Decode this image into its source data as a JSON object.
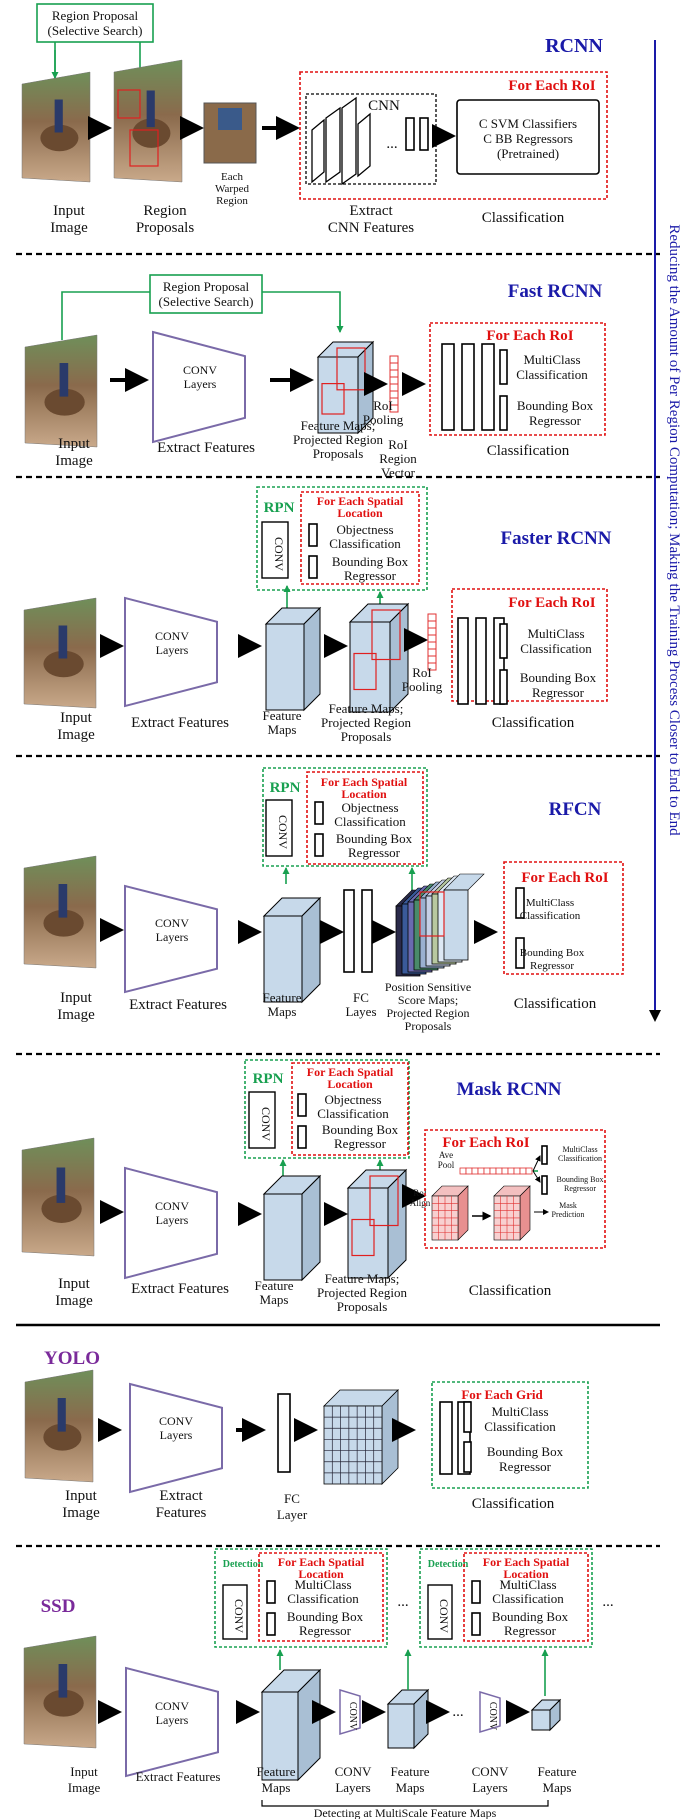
{
  "side_note": "Reducing the Amount of Per Region Computation; Making the Training Process Closer to End to End",
  "rcnn": {
    "title": "RCNN",
    "region_proposal": [
      "Region Proposal",
      "(Selective Search)"
    ],
    "input_label": [
      "Input",
      "Image"
    ],
    "proposals_label": [
      "Region",
      "Proposals"
    ],
    "warped_label": [
      "Each",
      "Warped",
      "Region"
    ],
    "cnn_label": "CNN",
    "for_each": "For Each RoI",
    "classifiers": [
      "C SVM Classifiers",
      "C BB Regressors",
      "(Pretrained)"
    ],
    "extract_label": [
      "Extract",
      "CNN Features"
    ],
    "classification": "Classification",
    "ellipsis": "..."
  },
  "fast_rcnn": {
    "title": "Fast RCNN",
    "region_proposal": [
      "Region Proposal",
      "(Selective Search)"
    ],
    "input_label": [
      "Input",
      "Image"
    ],
    "conv": [
      "CONV",
      "Layers"
    ],
    "extract": "Extract Features",
    "feature_maps": [
      "Feature Maps;",
      "Projected Region",
      "Proposals"
    ],
    "roi_pooling": [
      "RoI",
      "Pooling"
    ],
    "roi_vector": [
      "RoI",
      "Region",
      "Vector"
    ],
    "for_each": "For Each RoI",
    "multiclass": [
      "MultiClass",
      "Classification"
    ],
    "bbox": [
      "Bounding Box",
      "Regressor"
    ],
    "classification": "Classification"
  },
  "faster_rcnn": {
    "title": "Faster RCNN",
    "rpn": "RPN",
    "for_each_spatial": [
      "For Each Spatial",
      "Location"
    ],
    "objectness": [
      "Objectness",
      "Classification"
    ],
    "bbox_rpn": [
      "Bounding Box",
      "Regressor"
    ],
    "conv_small": "CONV",
    "input_label": [
      "Input",
      "Image"
    ],
    "conv": [
      "CONV",
      "Layers"
    ],
    "extract": "Extract Features",
    "feature_maps_small": [
      "Feature",
      "Maps"
    ],
    "feature_maps": [
      "Feature Maps;",
      "Projected Region",
      "Proposals"
    ],
    "roi_pooling": [
      "RoI",
      "Pooling"
    ],
    "for_each": "For Each RoI",
    "multiclass": [
      "MultiClass",
      "Classification"
    ],
    "bbox": [
      "Bounding Box",
      "Regressor"
    ],
    "classification": "Classification"
  },
  "rfcn": {
    "title": "RFCN",
    "rpn": "RPN",
    "for_each_spatial": [
      "For Each Spatial",
      "Location"
    ],
    "objectness": [
      "Objectness",
      "Classification"
    ],
    "bbox_rpn": [
      "Bounding Box",
      "Regressor"
    ],
    "conv_small": "CONV",
    "input_label": [
      "Input",
      "Image"
    ],
    "conv": [
      "CONV",
      "Layers"
    ],
    "extract": "Extract Features",
    "feature_maps_small": [
      "Feature",
      "Maps"
    ],
    "fc": [
      "FC",
      "Layes"
    ],
    "score_maps": [
      "Position Sensitive",
      "Score Maps;",
      "Projected Region",
      "Proposals"
    ],
    "for_each": "For Each RoI",
    "multiclass": [
      "MultiClass",
      "Classification"
    ],
    "bbox": [
      "Bounding Box",
      "Regressor"
    ],
    "classification": "Classification"
  },
  "mask_rcnn": {
    "title": "Mask RCNN",
    "rpn": "RPN",
    "for_each_spatial": [
      "For Each Spatial",
      "Location"
    ],
    "objectness": [
      "Objectness",
      "Classification"
    ],
    "bbox_rpn": [
      "Bounding Box",
      "Regressor"
    ],
    "conv_small": "CONV",
    "input_label": [
      "Input",
      "Image"
    ],
    "conv": [
      "CONV",
      "Layers"
    ],
    "extract": "Extract Features",
    "feature_maps_small": [
      "Feature",
      "Maps"
    ],
    "feature_maps": [
      "Feature Maps;",
      "Projected Region",
      "Proposals"
    ],
    "roi_align": [
      "RoI",
      "Align"
    ],
    "for_each": "For Each RoI",
    "ave_pool": [
      "Ave",
      "Pool"
    ],
    "multiclass": [
      "MultiClass",
      "Classification"
    ],
    "bbox": [
      "Bounding Box",
      "Regressor"
    ],
    "mask": [
      "Mask",
      "Prediction"
    ],
    "classification": "Classification"
  },
  "yolo": {
    "title": "YOLO",
    "input_label": [
      "Input",
      "Image"
    ],
    "conv": [
      "CONV",
      "Layers"
    ],
    "extract": [
      "Extract",
      "Features"
    ],
    "fc": [
      "FC",
      "Layer"
    ],
    "for_each": "For Each Grid",
    "multiclass": [
      "MultiClass",
      "Classification"
    ],
    "bbox": [
      "Bounding Box",
      "Regressor"
    ],
    "classification": "Classification"
  },
  "ssd": {
    "title": "SSD",
    "detection": "Detection",
    "for_each_spatial": [
      "For Each Spatial",
      "Location"
    ],
    "multiclass": [
      "MultiClass",
      "Classification"
    ],
    "bbox": [
      "Bounding Box",
      "Regressor"
    ],
    "conv_small": "CONV",
    "input_label": [
      "Input",
      "Image"
    ],
    "conv": [
      "CONV",
      "Layers"
    ],
    "extract": "Extract Features",
    "feature_maps": [
      "Feature",
      "Maps"
    ],
    "conv_layers": [
      "CONV",
      "Layers"
    ],
    "ellipsis": "...",
    "footer": "Detecting at MultiScale Feature Maps"
  },
  "colors": {
    "red": "#e01010",
    "green": "#18a050",
    "navy": "#1a1aa8",
    "purple": "#7a2a9a",
    "feature": "#c7d9ea",
    "trapezoid": "#7a6aa8"
  }
}
